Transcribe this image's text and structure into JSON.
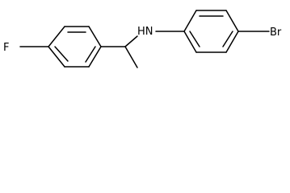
{
  "molecule": {
    "atoms": {
      "fluorine": "F",
      "amine": "HN",
      "bromine": "Br"
    }
  }
}
